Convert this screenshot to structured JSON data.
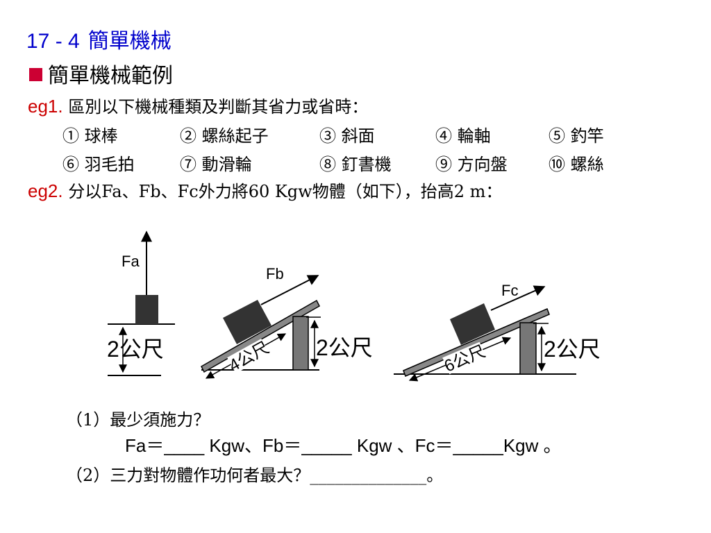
{
  "title": {
    "number": "17 - 4",
    "text": "簡單機械"
  },
  "subtitle": "簡單機械範例",
  "eg1": {
    "tag": "eg1.",
    "text": "區別以下機械種類及判斷其省力或省時：",
    "items": [
      "① 球棒",
      "② 螺絲起子",
      "③ 斜面",
      "④ 輪軸",
      "⑤ 釣竿",
      "⑥ 羽毛拍",
      "⑦ 動滑輪",
      "⑧ 釘書機",
      "⑨ 方向盤",
      "⑩ 螺絲"
    ]
  },
  "eg2": {
    "tag": "eg2.",
    "text": "分以Fa、Fb、Fc外力將60 Kgw物體（如下），抬高2 m："
  },
  "figure": {
    "fa_label": "Fa",
    "fb_label": "Fb",
    "fc_label": "Fc",
    "height_label": "2公尺",
    "slope_b_label": "4公尺",
    "slope_c_label": "6公尺"
  },
  "questions": {
    "q1": "（1）最少須施力？",
    "q1_answer": "Fa＝____ Kgw、Fb＝_____ Kgw 、Fc＝_____Kgw 。",
    "q2": "（2）三力對物體作功何者最大？______________。"
  }
}
